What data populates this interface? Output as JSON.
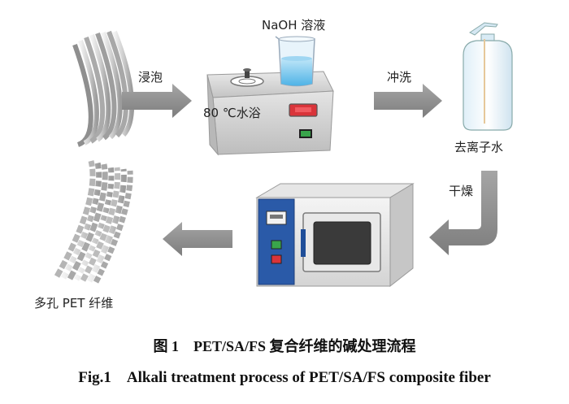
{
  "labels": {
    "naoh_solution": "NaOH 溶液",
    "soak": "浸泡",
    "water_bath": "80 ℃水浴",
    "rinse": "冲洗",
    "deionized_water": "去离子水",
    "dry": "干燥",
    "porous_fiber": "多孔 PET 纤维"
  },
  "caption": {
    "cn": "图 1　PET/SA/FS 复合纤维的碱处理流程",
    "en": "Fig.1　Alkali treatment process of PET/SA/FS composite fiber"
  },
  "colors": {
    "arrow": "#8a8a8a",
    "fiber": "#c9c9c9",
    "bath_body": "#d6d6d6",
    "display_red": "#d9343a",
    "oven_panel": "#2a5aa8",
    "liquid_blue": "#6ec3ec"
  }
}
